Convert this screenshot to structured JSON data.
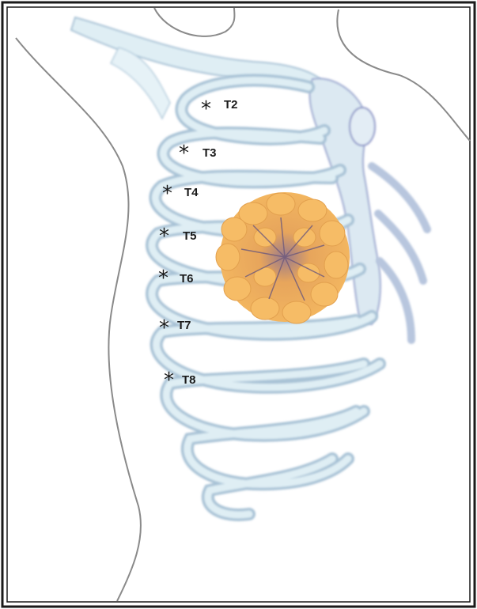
{
  "labels": [
    {
      "id": "t2",
      "text": "T2"
    },
    {
      "id": "t3",
      "text": "T3"
    },
    {
      "id": "t4",
      "text": "T4"
    },
    {
      "id": "t5",
      "text": "T5"
    },
    {
      "id": "t6",
      "text": "T6"
    },
    {
      "id": "t7",
      "text": "T7"
    },
    {
      "id": "t8",
      "text": "T8"
    }
  ],
  "marker_symbol": "*",
  "colors": {
    "frame": "#1a1a1a",
    "body_outline": "#8a8a8a",
    "bone_fill": "#dfeef4",
    "bone_edge": "#a8c2d6",
    "bone_shadow": "#9aa6cf",
    "gland_fill": "#f2b257",
    "gland_shadow": "#b5875f",
    "text": "#1a1a1a"
  }
}
